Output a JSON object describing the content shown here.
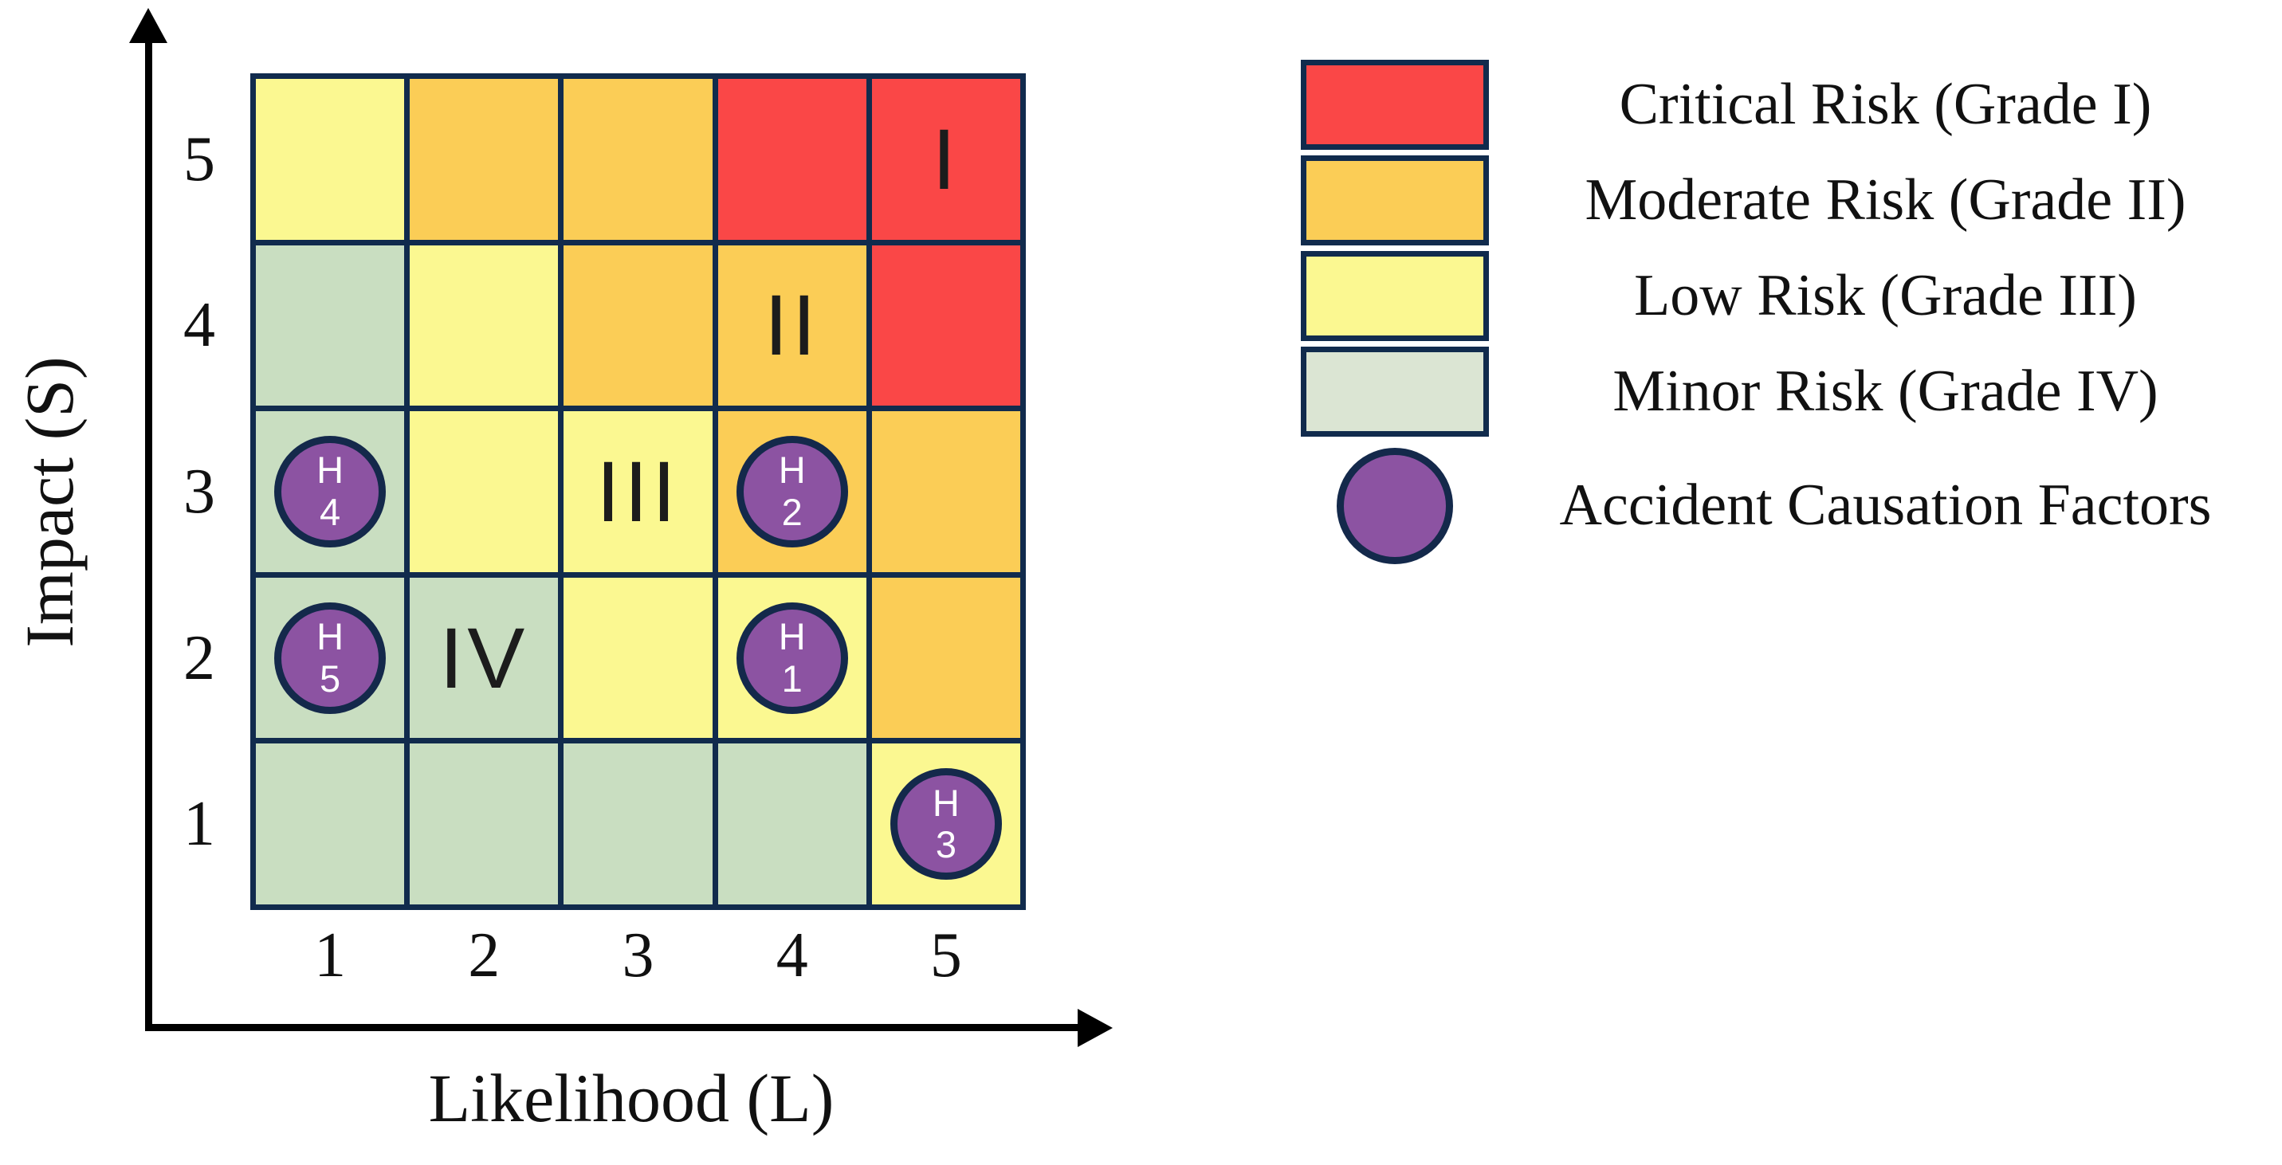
{
  "colors": {
    "critical": "#FA4747",
    "moderate": "#FBCD56",
    "low": "#FBF891",
    "minor": "#C9DEC1",
    "minor_legend": "#DBE5D3",
    "marker": "#8C53A2",
    "marker_ring": "#14294B",
    "grid_line": "#112B4D",
    "axis": "#000000",
    "text": "#111111"
  },
  "chart_data": {
    "type": "heatmap",
    "title": "",
    "xlabel": "Likelihood (L)",
    "ylabel": "Impact (S)",
    "x_ticks": [
      "1",
      "2",
      "3",
      "4",
      "5"
    ],
    "y_ticks": [
      "5",
      "4",
      "3",
      "2",
      "1"
    ],
    "x_range": [
      1,
      5
    ],
    "y_range": [
      1,
      5
    ],
    "grid_on": true,
    "legend_position": "right",
    "risk_levels_by_row_top_to_bottom": [
      [
        "low",
        "moderate",
        "moderate",
        "critical",
        "critical"
      ],
      [
        "minor",
        "low",
        "moderate",
        "moderate",
        "critical"
      ],
      [
        "minor",
        "low",
        "low",
        "moderate",
        "moderate"
      ],
      [
        "minor",
        "minor",
        "low",
        "low",
        "moderate"
      ],
      [
        "minor",
        "minor",
        "minor",
        "minor",
        "low"
      ]
    ],
    "zone_labels": [
      {
        "label": "I",
        "likelihood": 5,
        "impact": 5
      },
      {
        "label": "II",
        "likelihood": 4,
        "impact": 4
      },
      {
        "label": "III",
        "likelihood": 3,
        "impact": 3
      },
      {
        "label": "IV",
        "likelihood": 2,
        "impact": 2
      }
    ],
    "markers": [
      {
        "top": "H",
        "bottom": "4",
        "likelihood": 1,
        "impact": 3
      },
      {
        "top": "H",
        "bottom": "2",
        "likelihood": 4,
        "impact": 3
      },
      {
        "top": "H",
        "bottom": "5",
        "likelihood": 1,
        "impact": 2
      },
      {
        "top": "H",
        "bottom": "1",
        "likelihood": 4,
        "impact": 2
      },
      {
        "top": "H",
        "bottom": "3",
        "likelihood": 5,
        "impact": 1
      }
    ],
    "legend": [
      {
        "key": "critical",
        "shape": "rect",
        "label": "Critical Risk (Grade I)"
      },
      {
        "key": "moderate",
        "shape": "rect",
        "label": "Moderate Risk (Grade II)"
      },
      {
        "key": "low",
        "shape": "rect",
        "label": "Low Risk (Grade III)"
      },
      {
        "key": "minor_legend",
        "shape": "rect",
        "label": "Minor Risk (Grade IV)"
      },
      {
        "key": "marker",
        "shape": "circle",
        "label": "Accident Causation Factors"
      }
    ]
  }
}
